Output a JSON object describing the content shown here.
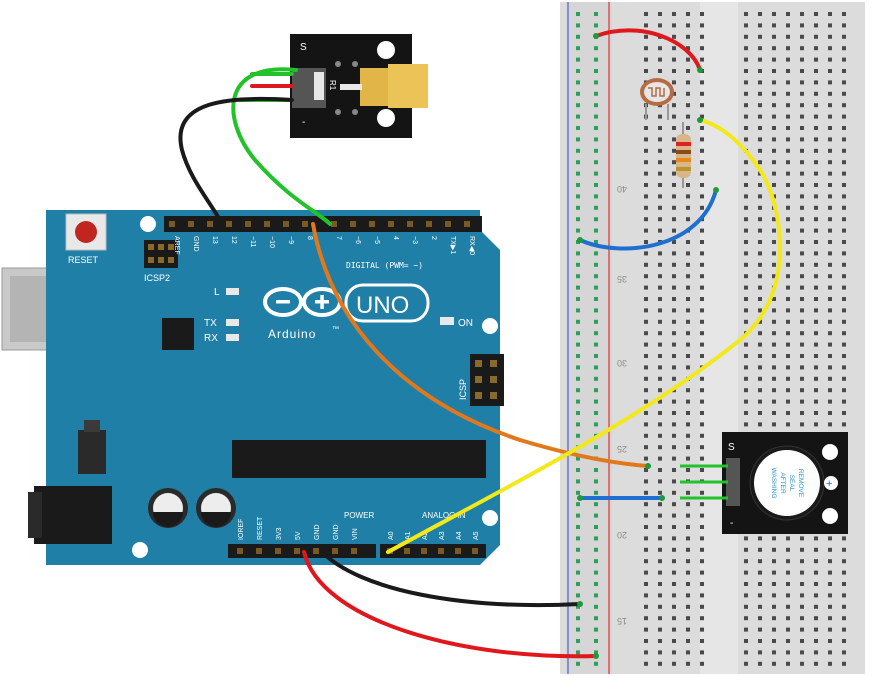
{
  "board": {
    "reset_label": "RESET",
    "icsp2_label": "ICSP2",
    "icsp_label": "ICSP",
    "uno_label": "UNO",
    "brand_label": "Arduino",
    "tm_mark": "™",
    "l_label": "L",
    "tx_label": "TX",
    "rx_label": "RX",
    "on_label": "ON",
    "digital_label": "DIGITAL (PWM= ~)",
    "power_label": "POWER",
    "analog_label": "ANALOG IN",
    "top_pins": [
      "AREF",
      "GND",
      "13",
      "12",
      "~11",
      "~10",
      "~9",
      "8",
      "7",
      "~6",
      "~5",
      "4",
      "~3",
      "2",
      "TX▶1",
      "RX◀0"
    ],
    "power_pins": [
      "IOREF",
      "RESET",
      "3V3",
      "5V",
      "GND",
      "GND",
      "VIN"
    ],
    "analog_pins": [
      "A0",
      "A1",
      "A2",
      "A3",
      "A4",
      "A5"
    ]
  },
  "laser_module": {
    "s_label": "S",
    "minus_label": "-",
    "resistor_label": "R1"
  },
  "buzzer_module": {
    "s_label": "S",
    "minus_label": "-",
    "plus_label": "+",
    "sticker_lines": [
      "REMOVE",
      "SEAL",
      "AFTER",
      "WASHING"
    ]
  },
  "breadboard": {
    "row_numbers": [
      "40",
      "35",
      "30",
      "25",
      "20",
      "15"
    ]
  },
  "colors": {
    "board": "#1f7fa6",
    "wire_red": "#e0171c",
    "wire_black": "#1a1a1a",
    "wire_green": "#22c22a",
    "wire_orange": "#e2781c",
    "wire_yellow": "#f3e81a",
    "wire_blue": "#1f6fd1"
  }
}
